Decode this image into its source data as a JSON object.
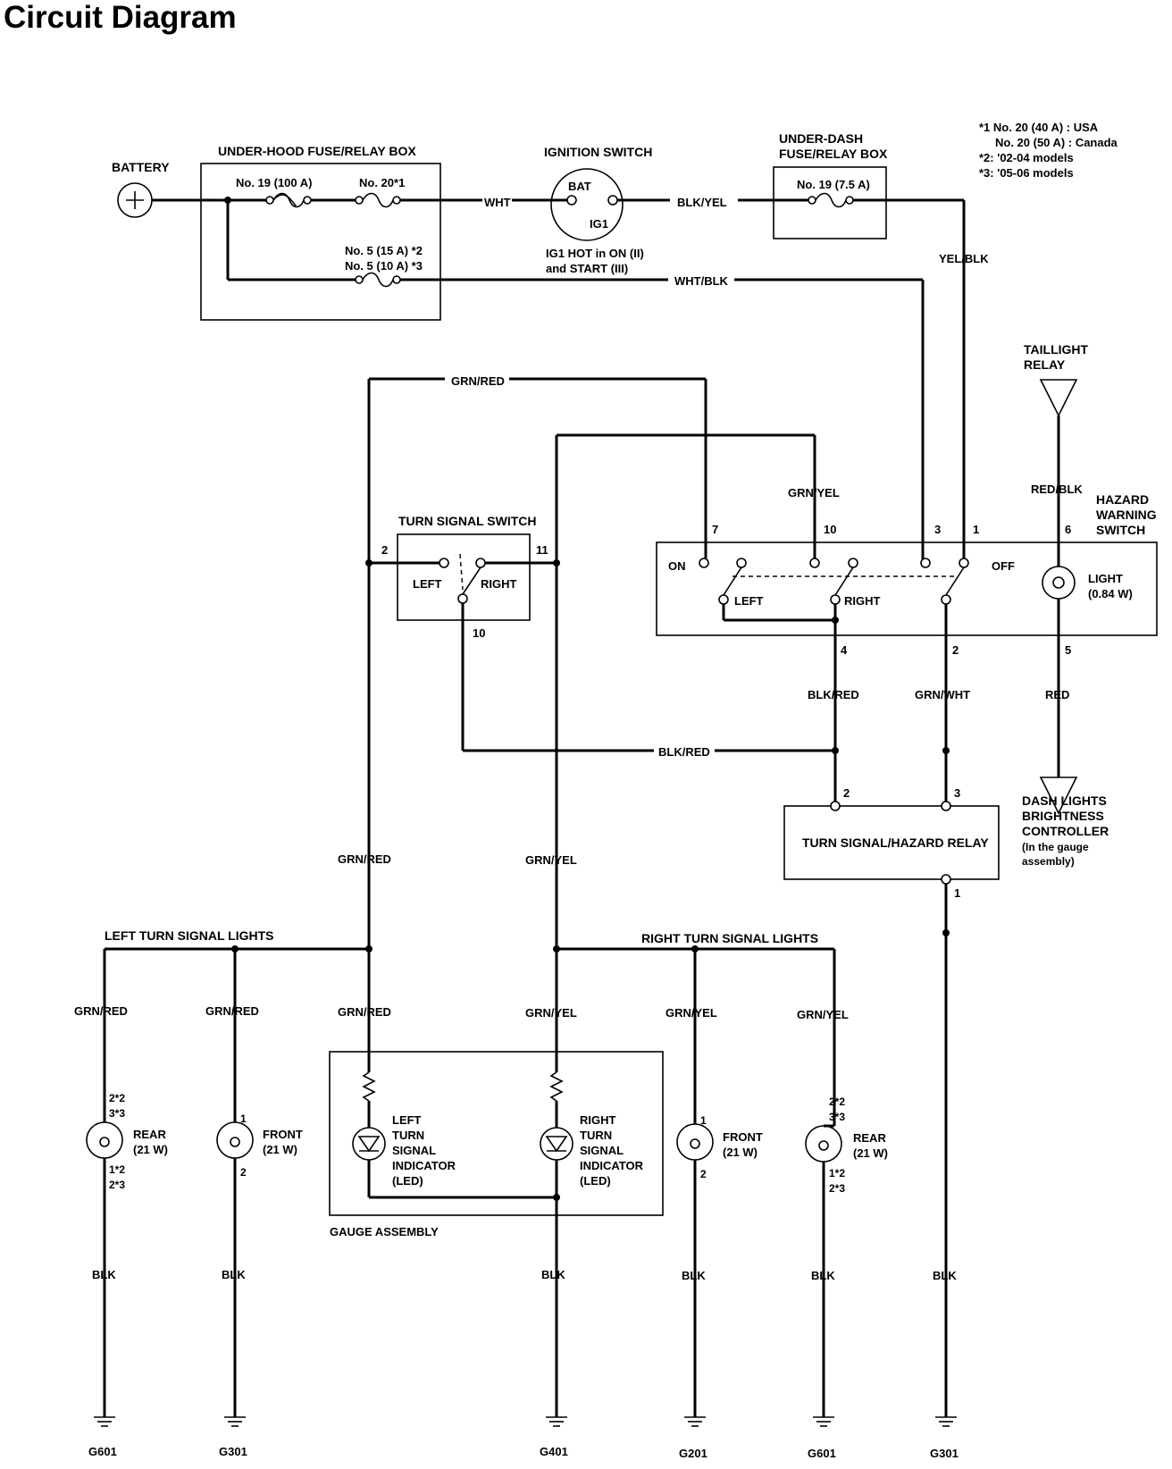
{
  "title": "Circuit Diagram",
  "notes": [
    "*1 No. 20 (40 A) : USA",
    "No. 20 (50 A) : Canada",
    "*2: '02-04 models",
    "*3: '05-06 models"
  ],
  "components": {
    "battery": "BATTERY",
    "underhood_box": "UNDER-HOOD FUSE/RELAY BOX",
    "fuse_19": "No. 19 (100 A)",
    "fuse_20": "No. 20*1",
    "fuse_5a": "No. 5 (15 A) *2",
    "fuse_5b": "No. 5 (10 A) *3",
    "ignition_switch": "IGNITION SWITCH",
    "ign_bat": "BAT",
    "ign_ig1": "IG1",
    "ign_note1": "IG1 HOT in ON (II)",
    "ign_note2": "and START (III)",
    "underdash_box_1": "UNDER-DASH",
    "underdash_box_2": "FUSE/RELAY BOX",
    "fuse_ud19": "No. 19 (7.5 A)",
    "taillight_relay_1": "TAILLIGHT",
    "taillight_relay_2": "RELAY",
    "hazard_switch_1": "HAZARD",
    "hazard_switch_2": "WARNING",
    "hazard_switch_3": "SWITCH",
    "hz_on": "ON",
    "hz_off": "OFF",
    "hz_left": "LEFT",
    "hz_right": "RIGHT",
    "light_1": "LIGHT",
    "light_2": "(0.84 W)",
    "turn_signal_switch": "TURN SIGNAL SWITCH",
    "ts_left": "LEFT",
    "ts_right": "RIGHT",
    "relay": "TURN SIGNAL/HAZARD RELAY",
    "dash_1": "DASH LIGHTS",
    "dash_2": "BRIGHTNESS",
    "dash_3": "CONTROLLER",
    "dash_4": "(In the gauge",
    "dash_5": "assembly)",
    "left_lights": "LEFT TURN SIGNAL LIGHTS",
    "right_lights": "RIGHT TURN SIGNAL LIGHTS",
    "gauge_assembly": "GAUGE ASSEMBLY",
    "left_ind": [
      "LEFT",
      "TURN",
      "SIGNAL",
      "INDICATOR",
      "(LED)"
    ],
    "right_ind": [
      "RIGHT",
      "TURN",
      "SIGNAL",
      "INDICATOR",
      "(LED)"
    ],
    "rear": "REAR",
    "front": "FRONT",
    "watt": "(21 W)"
  },
  "wires": {
    "wht": "WHT",
    "blk_yel": "BLK/YEL",
    "yel_blk": "YEL/BLK",
    "wht_blk": "WHT/BLK",
    "grn_red": "GRN/RED",
    "grn_yel": "GRN/YEL",
    "red_blk": "RED/BLK",
    "blk_red": "BLK/RED",
    "grn_wht": "GRN/WHT",
    "red": "RED",
    "blk": "BLK"
  },
  "pins": {
    "hz7": "7",
    "hz10": "10",
    "hz3": "3",
    "hz1": "1",
    "hz6": "6",
    "hz4": "4",
    "hz2": "2",
    "hz5": "5",
    "ts2": "2",
    "ts11": "11",
    "ts10": "10",
    "rl2": "2",
    "rl3": "3",
    "rl1": "1",
    "p1": "1",
    "p2": "2",
    "s2a": "2*2",
    "s3a": "3*3",
    "s1a": "1*2",
    "s2b": "2*3"
  },
  "grounds": [
    "G601",
    "G301",
    "G401",
    "G201",
    "G601",
    "G301"
  ]
}
